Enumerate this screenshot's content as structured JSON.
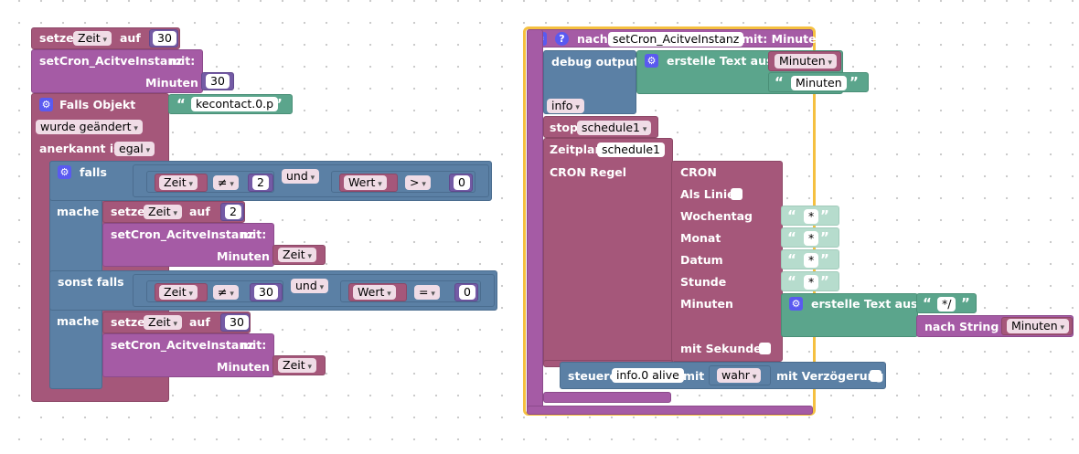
{
  "left": {
    "setze1": {
      "label": "setze",
      "var": "Zeit",
      "auf": "auf",
      "value": "30"
    },
    "call1": {
      "name": "setCron_AcitveInstanz",
      "mit": "mit:",
      "param": "Minuten",
      "value": "30"
    },
    "trigger": {
      "label": "Falls Objekt",
      "object": "kecontact.0.p",
      "event": "wurde geändert",
      "ack_label": "anerkannt ist",
      "ack_value": "egal"
    },
    "if": {
      "falls": "falls",
      "cond1": {
        "a": "Zeit",
        "op": "≠",
        "b": "2",
        "and": "und",
        "c": "Wert",
        "op2": ">",
        "d": "0"
      },
      "mache": "mache",
      "setze2": {
        "label": "setze",
        "var": "Zeit",
        "auf": "auf",
        "value": "2"
      },
      "call2": {
        "name": "setCron_AcitveInstanz",
        "mit": "mit:",
        "param": "Minuten",
        "value": "Zeit"
      },
      "sonst_falls": "sonst falls",
      "cond2": {
        "a": "Zeit",
        "op": "≠",
        "b": "30",
        "and": "und",
        "c": "Wert",
        "op2": "=",
        "d": "0"
      },
      "mache2": "mache",
      "setze3": {
        "label": "setze",
        "var": "Zeit",
        "auf": "auf",
        "value": "30"
      },
      "call3": {
        "name": "setCron_AcitveInstanz",
        "mit": "mit:",
        "param": "Minuten",
        "value": "Zeit"
      }
    }
  },
  "right": {
    "func": {
      "nach": "nach",
      "name": "setCron_AcitveInstanz",
      "mit": "mit: Minuten"
    },
    "debug": {
      "label": "debug output",
      "text_label": "erstelle Text aus",
      "var": "Minuten",
      "text2": "Minuten",
      "level": "info"
    },
    "stop": {
      "label": "stop",
      "value": "schedule1"
    },
    "zeitplan": {
      "label": "Zeitplan",
      "value": "schedule1"
    },
    "cron": {
      "regel": "CRON Regel",
      "title": "CRON",
      "als_linie": "Als Linie",
      "wochentag": "Wochentag",
      "monat": "Monat",
      "datum": "Datum",
      "stunde": "Stunde",
      "minuten": "Minuten",
      "star": "*",
      "text_label": "erstelle Text aus",
      "slash": "*/",
      "nach_string": "nach String",
      "var": "Minuten",
      "mit_sekunden": "mit Sekunden"
    },
    "steuere": {
      "label": "steuere",
      "obj": "info.0 alive",
      "mit": "mit",
      "value": "wahr",
      "delay": "mit Verzögerung"
    }
  },
  "icons": {
    "gear": "gear-icon",
    "help": "help-icon"
  },
  "colors": {
    "variables": "#a5577a",
    "logic": "#5b80a5",
    "functions": "#a55ba5",
    "text": "#5ba58c",
    "highlight": "#f5c040"
  }
}
